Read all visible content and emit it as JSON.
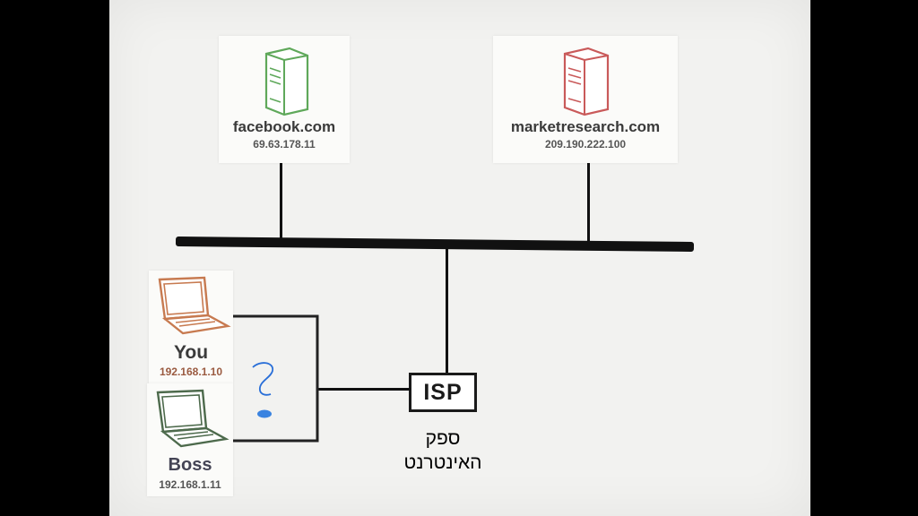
{
  "servers": [
    {
      "name": "facebook.com",
      "ip": "69.63.178.11",
      "color": "#5fa85a"
    },
    {
      "name": "marketresearch.com",
      "ip": "209.190.222.100",
      "color": "#c95a5a"
    }
  ],
  "clients": [
    {
      "name": "You",
      "ip": "192.168.1.10",
      "color": "#c77a50"
    },
    {
      "name": "Boss",
      "ip": "192.168.1.11",
      "color": "#4d6a4c"
    }
  ],
  "isp": {
    "label": "ISP",
    "caption_line1": "ספק",
    "caption_line2": "האינטרנט"
  },
  "annotation": {
    "symbol": "?",
    "color": "#2a6fd8"
  }
}
